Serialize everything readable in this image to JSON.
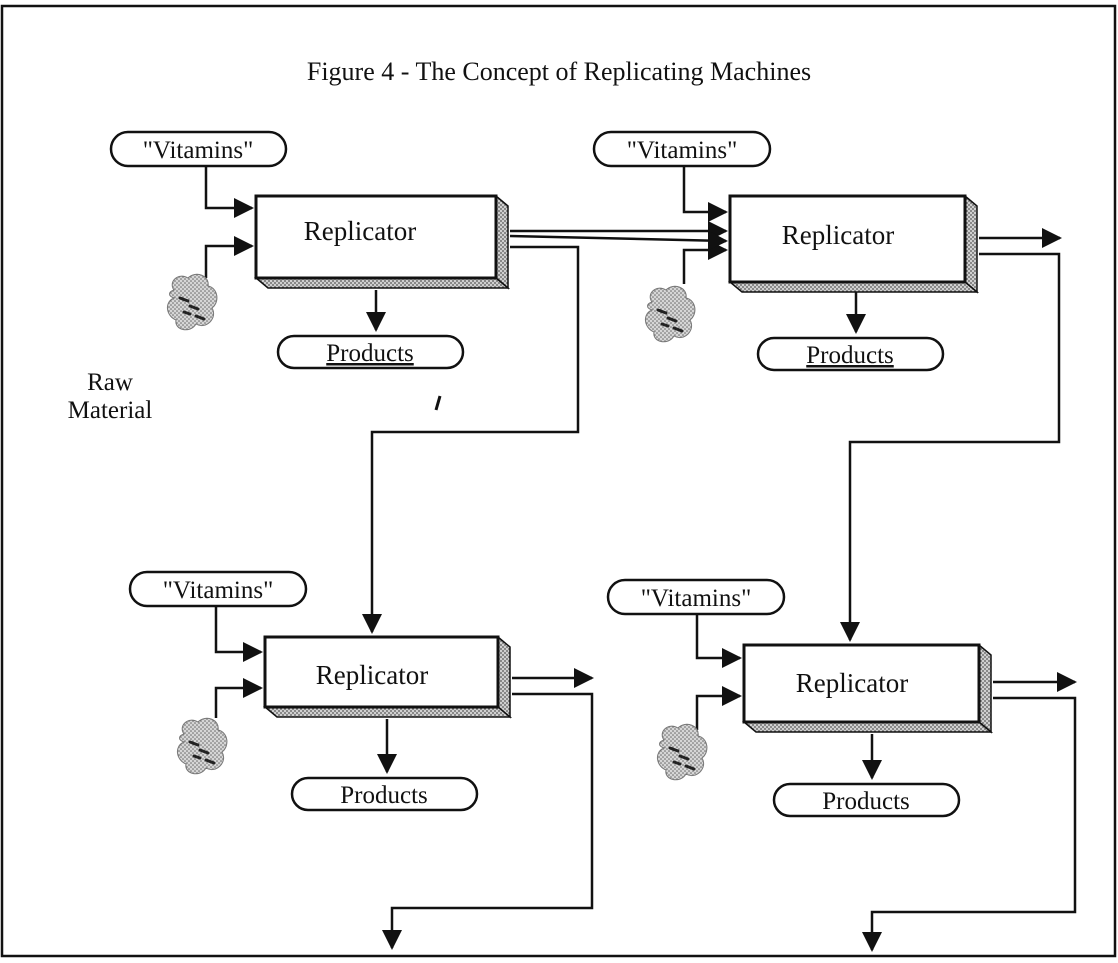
{
  "figure": {
    "title": "Figure 4 - The Concept of Replicating Machines"
  },
  "replicators": [
    {
      "label": "Replicator",
      "vitamins_label": "\"Vitamins\"",
      "products_label": "Products"
    },
    {
      "label": "Replicator",
      "vitamins_label": "\"Vitamins\"",
      "products_label": "Products"
    },
    {
      "label": "Replicator",
      "vitamins_label": "\"Vitamins\"",
      "products_label": "Products"
    },
    {
      "label": "Replicator",
      "vitamins_label": "\"Vitamins\"",
      "products_label": "Products"
    }
  ],
  "raw_material": {
    "line1": "Raw",
    "line2": "Material"
  },
  "colors": {
    "ink": "#111111",
    "shade": "#9a9a9a",
    "background": "#ffffff"
  }
}
